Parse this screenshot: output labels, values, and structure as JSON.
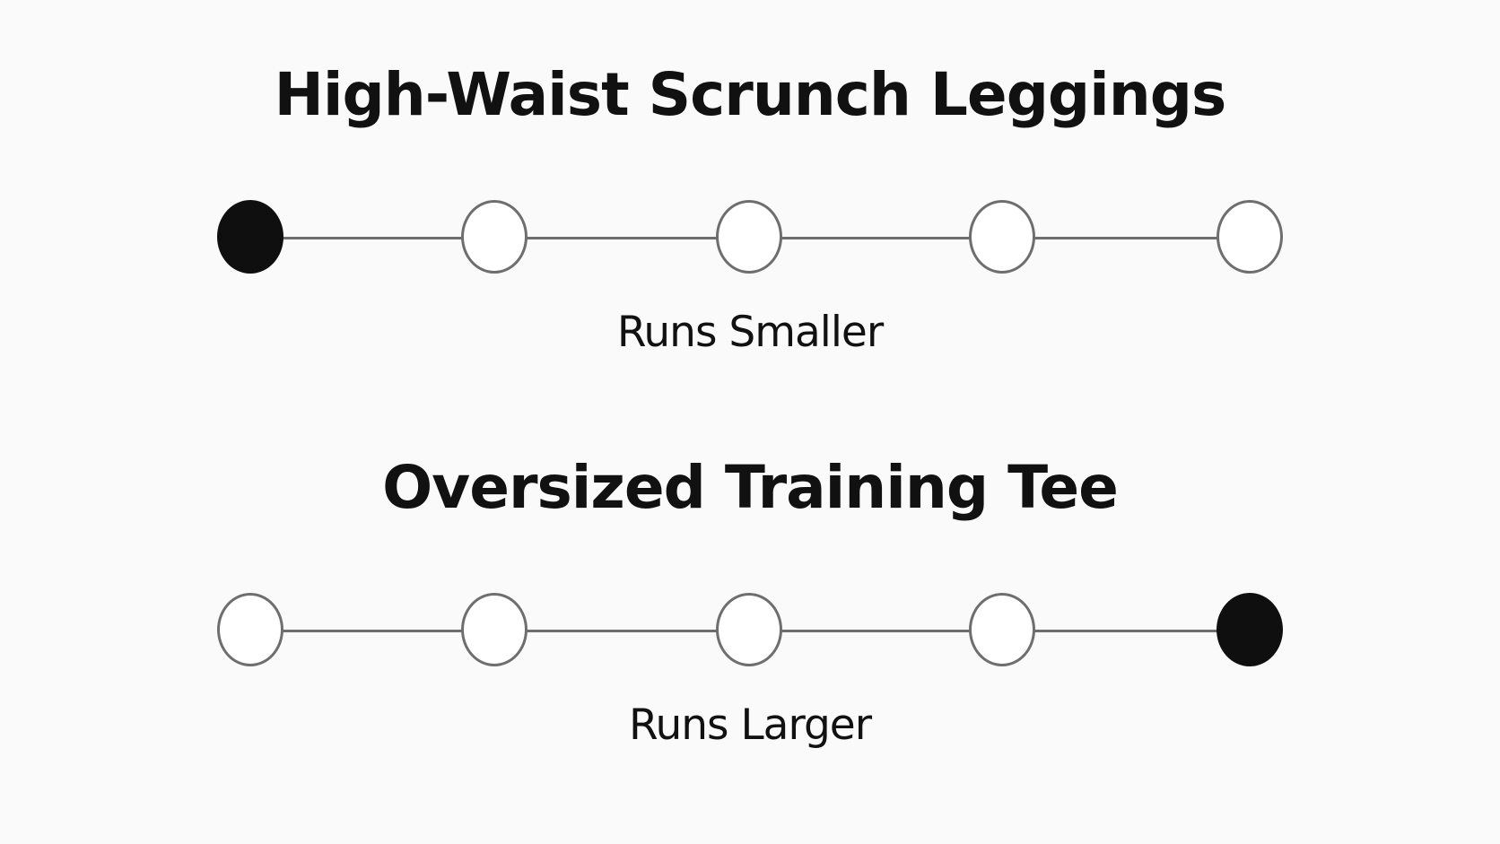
{
  "products": [
    {
      "title": "High-Waist Scrunch Leggings",
      "scale_steps": 5,
      "selected_step": 1,
      "fit_label": "Runs Smaller"
    },
    {
      "title": "Oversized Training Tee",
      "scale_steps": 5,
      "selected_step": 5,
      "fit_label": "Runs Larger"
    }
  ],
  "colors": {
    "selected_fill": "#0f0f0f",
    "unselected_fill": "#ffffff",
    "track": "#6e6e6e",
    "background": "#fafafa"
  }
}
